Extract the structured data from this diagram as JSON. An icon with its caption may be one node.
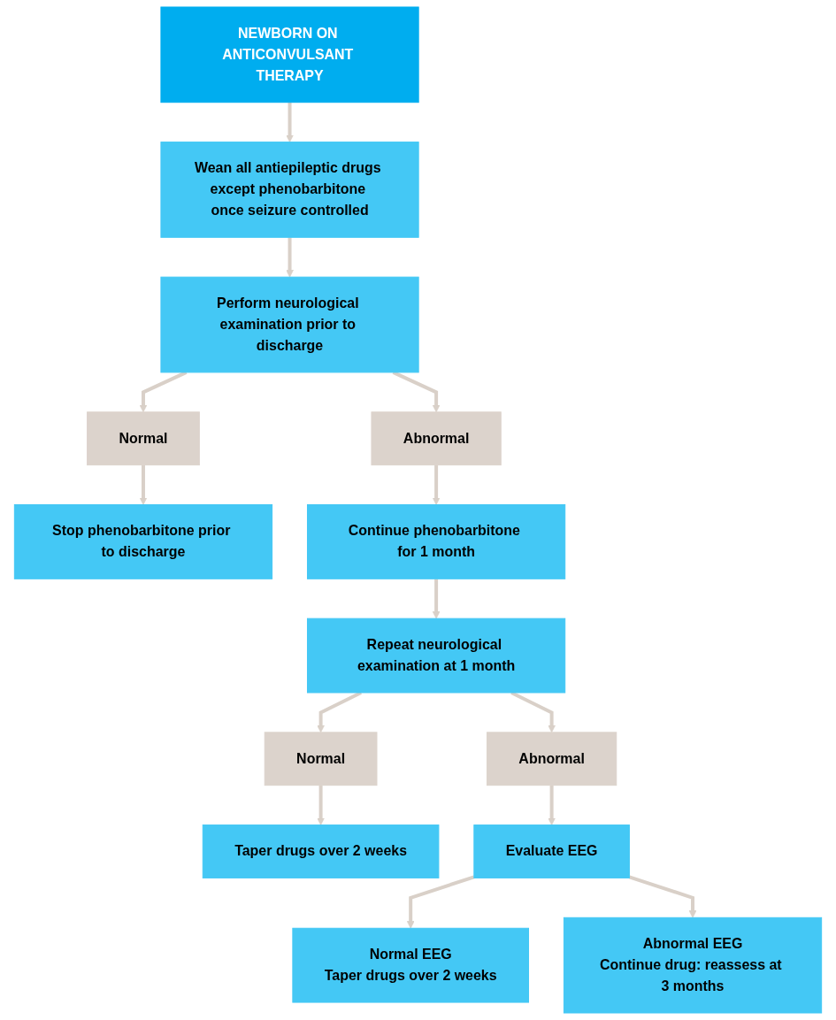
{
  "diagram": {
    "nodes": [
      {
        "text": [
          "NEWBORN ON ANTICONVULSANT THERAPY"
        ]
      },
      {
        "text": [
          "Wean all antiepileptic drugs except phenobarbitone once seizure controlled"
        ]
      },
      {
        "text": [
          "Perform neurological examination prior to discharge"
        ]
      },
      {
        "text": [
          "Normal"
        ]
      },
      {
        "text": [
          "Abnormal"
        ]
      },
      {
        "text": [
          "Stop phenobarbitone prior to discharge"
        ]
      },
      {
        "text": [
          "Continue phenobarbitone for 1 month"
        ]
      },
      {
        "text": [
          "Repeat neurological examination at 1 month"
        ]
      },
      {
        "text": [
          "Normal"
        ]
      },
      {
        "text": [
          "Abnormal"
        ]
      },
      {
        "text": [
          "Taper drugs over 2 weeks"
        ]
      },
      {
        "text": [
          "Evaluate EEG"
        ]
      },
      {
        "text": [
          "Normal EEG",
          "Taper drugs over 2 weeks"
        ]
      },
      {
        "text": [
          "Abnormal EEG",
          "Continue drug: reassess at 3 months"
        ]
      }
    ],
    "edges": [
      {
        "from": 0,
        "to": 1,
        "arrow": "to"
      },
      {
        "from": 1,
        "to": 2,
        "arrow": "to"
      },
      {
        "from": 2,
        "to": 3,
        "arrow": "to"
      },
      {
        "from": 2,
        "to": 4,
        "arrow": "to"
      },
      {
        "from": 3,
        "to": 5,
        "arrow": "to"
      },
      {
        "from": 4,
        "to": 6,
        "arrow": "to"
      },
      {
        "from": 6,
        "to": 7,
        "arrow": "to"
      },
      {
        "from": 7,
        "to": 8,
        "arrow": "to"
      },
      {
        "from": 7,
        "to": 9,
        "arrow": "to"
      },
      {
        "from": 8,
        "to": 10,
        "arrow": "to"
      },
      {
        "from": 9,
        "to": 11,
        "arrow": "to"
      },
      {
        "from": 11,
        "to": 12,
        "arrow": "to"
      },
      {
        "from": 11,
        "to": 13,
        "arrow": "to"
      }
    ]
  }
}
